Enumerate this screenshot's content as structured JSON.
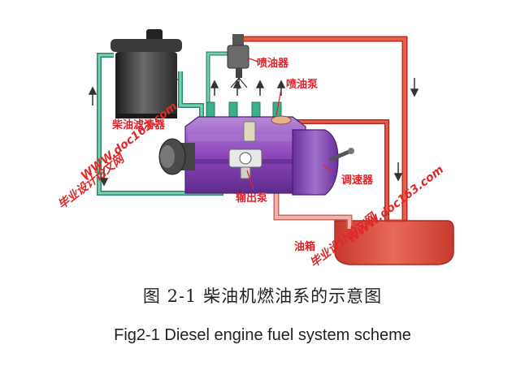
{
  "labels": {
    "injector": "喷油器",
    "injection_pump": "喷油泵",
    "fuel_filter": "柴油滤清器",
    "transfer_pump": "输出泵",
    "governor": "调速器",
    "fuel_tank": "油箱"
  },
  "watermarks": {
    "site": "WWW.doc163.com",
    "name": "毕业设计论文网"
  },
  "caption": {
    "chinese": "图 2-1    柴油机燃油系的示意图",
    "english": "Fig2-1 Diesel engine fuel system scheme"
  },
  "colors": {
    "pipe_green": "#3cae8c",
    "pipe_red": "#d83a2c",
    "pipe_pink": "#e89a90",
    "pump_purple": "#8a45b8",
    "tank_red": "#e05448",
    "label_red": "#e0202a"
  }
}
